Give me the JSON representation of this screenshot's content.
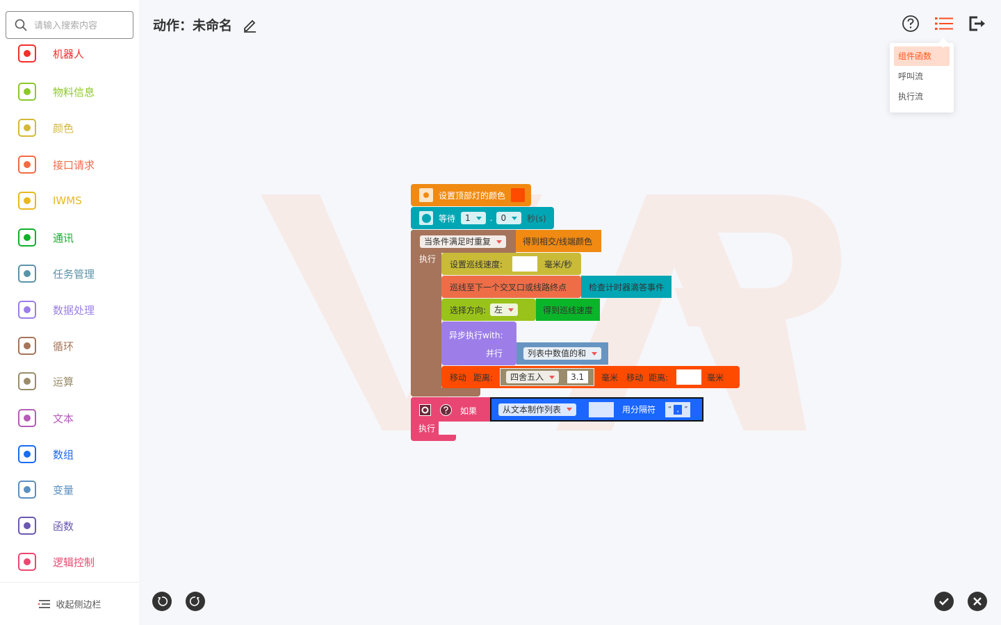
{
  "search": {
    "placeholder": "请输入搜索内容"
  },
  "sidebar": {
    "items": [
      {
        "label": "机器人",
        "color": "#f0302a",
        "icon": "robot-icon"
      },
      {
        "label": "物料信息",
        "color": "#8cc82a",
        "icon": "inbox-icon"
      },
      {
        "label": "颜色",
        "color": "#d4b83a",
        "icon": "palette-icon"
      },
      {
        "label": "接口请求",
        "color": "#f26b45",
        "icon": "plug-icon"
      },
      {
        "label": "IWMS",
        "color": "#e8b820",
        "icon": "code-icon"
      },
      {
        "label": "通讯",
        "color": "#12b02a",
        "icon": "chat-icon"
      },
      {
        "label": "任务管理",
        "color": "#5a93a8",
        "icon": "checklist-icon"
      },
      {
        "label": "数据处理",
        "color": "#9b7fe6",
        "icon": "chart-icon"
      },
      {
        "label": "循环",
        "color": "#a5745a",
        "icon": "loop-icon"
      },
      {
        "label": "运算",
        "color": "#9a8c6a",
        "icon": "calculator-icon"
      },
      {
        "label": "文本",
        "color": "#b45cb8",
        "icon": "note-icon"
      },
      {
        "label": "数组",
        "color": "#1a6cf0",
        "icon": "array-icon"
      },
      {
        "label": "变量",
        "color": "#5b8fc0",
        "icon": "variable-icon"
      },
      {
        "label": "函数",
        "color": "#6a58b0",
        "icon": "function-icon"
      },
      {
        "label": "逻辑控制",
        "color": "#ea4870",
        "icon": "logic-icon"
      }
    ],
    "collapse": "收起侧边栏"
  },
  "header": {
    "title": "动作：未命名"
  },
  "menu": {
    "items": [
      "组件函数",
      "呼叫流",
      "执行流"
    ]
  },
  "blocks": {
    "set_light": "设置顶部灯的颜色",
    "wait": "等待",
    "wait_a": "1",
    "dot": ".",
    "wait_b": "0",
    "seconds": "秒(s)",
    "loop_mode": "当条件满足时重复",
    "get_color": "得到相交/线端颜色",
    "exec": "执行",
    "set_speed": "设置巡线速度:",
    "speed_unit": "毫米/秒",
    "line_to": "巡线至下一个交叉口或线路终点",
    "check_timer": "检查计时器滴答事件",
    "choose_dir": "选择方向:",
    "dir": "左",
    "get_speed": "得到巡线速度",
    "async": "异步执行with:",
    "parallel": "并行",
    "list_sum": "列表中数值的和",
    "move": "移动",
    "distance": "距离:",
    "round": "四舍五入",
    "num": "3.1",
    "mm": "毫米",
    "if": "如果",
    "exec2": "执行",
    "make_list": "从文本制作列表",
    "sep": "用分隔符",
    "quote_open": "“",
    "quote_close": "”",
    "comma": ","
  },
  "watermark": "VAR"
}
